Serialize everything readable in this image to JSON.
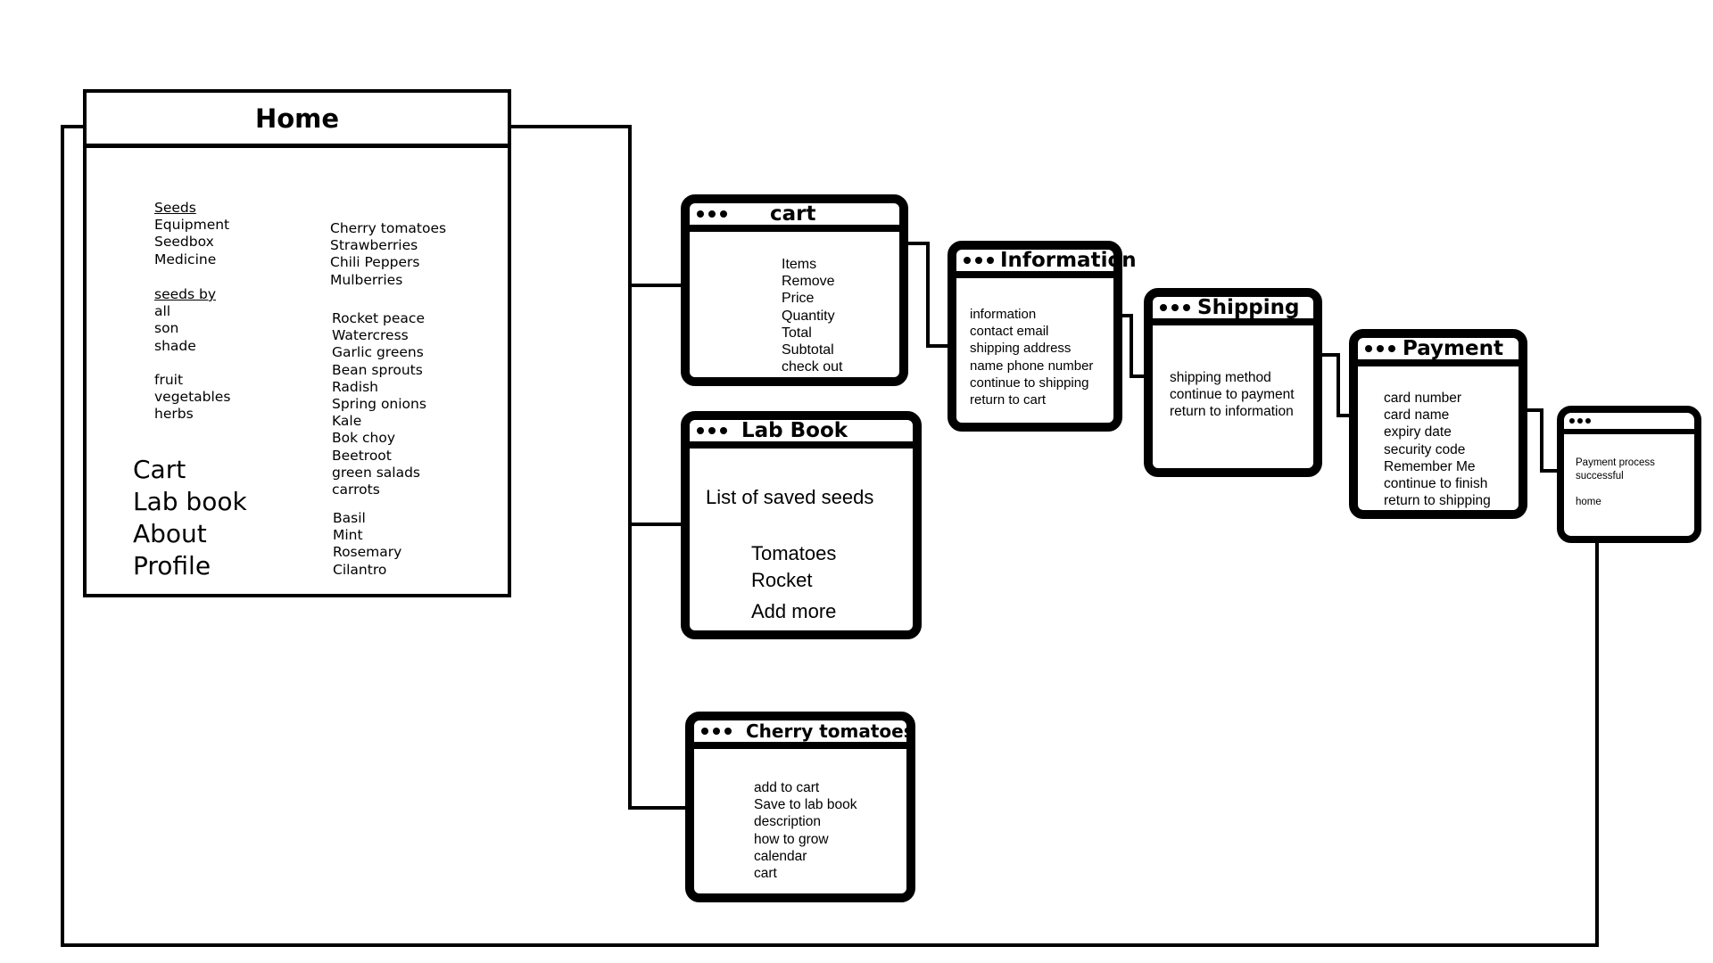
{
  "home": {
    "title": "Home",
    "menu1": [
      "Seeds",
      "Equipment",
      "Seedbox",
      "Medicine"
    ],
    "menu2": [
      "seeds by",
      "all",
      "son",
      "shade"
    ],
    "categories": [
      "fruit",
      "vegetables",
      "herbs"
    ],
    "fruit_items": [
      "Cherry tomatoes",
      "Strawberries",
      "Chili Peppers",
      "Mulberries"
    ],
    "vegetable_items": [
      "Rocket peace",
      "Watercress",
      "Garlic greens",
      "Bean sprouts",
      "Radish",
      "Spring onions",
      "Kale",
      "Bok choy",
      "Beetroot",
      "green salads",
      "carrots"
    ],
    "herb_items": [
      "Basil",
      "Mint",
      "Rosemary",
      "Cilantro"
    ],
    "main_nav": [
      "Cart",
      "Lab book",
      "About",
      "Profile"
    ]
  },
  "cart": {
    "title": "cart",
    "items": [
      "Items",
      "Remove",
      "Price",
      "Quantity",
      "Total",
      "Subtotal",
      "check out"
    ]
  },
  "information": {
    "title": "Information",
    "items": [
      "information",
      "contact email",
      "shipping address",
      "name phone number",
      "continue to shipping",
      "return to cart"
    ]
  },
  "shipping": {
    "title": "Shipping",
    "items": [
      "shipping method",
      "continue to payment",
      "return to information"
    ]
  },
  "payment": {
    "title": "Payment",
    "items": [
      "card number",
      "card name",
      "expiry date",
      "security code",
      "Remember Me",
      "continue to finish",
      "return to shipping"
    ]
  },
  "success": {
    "title": "",
    "items": [
      "Payment process",
      "successful",
      "",
      "home"
    ]
  },
  "labbook": {
    "title": "Lab Book",
    "heading": "List of saved seeds",
    "items": [
      "Tomatoes",
      "Rocket"
    ],
    "add_more": "Add more"
  },
  "cherry": {
    "title": "Cherry tomatoes",
    "items": [
      "add to cart",
      "Save to lab book",
      "description",
      "how to grow",
      "calendar",
      "cart"
    ]
  }
}
